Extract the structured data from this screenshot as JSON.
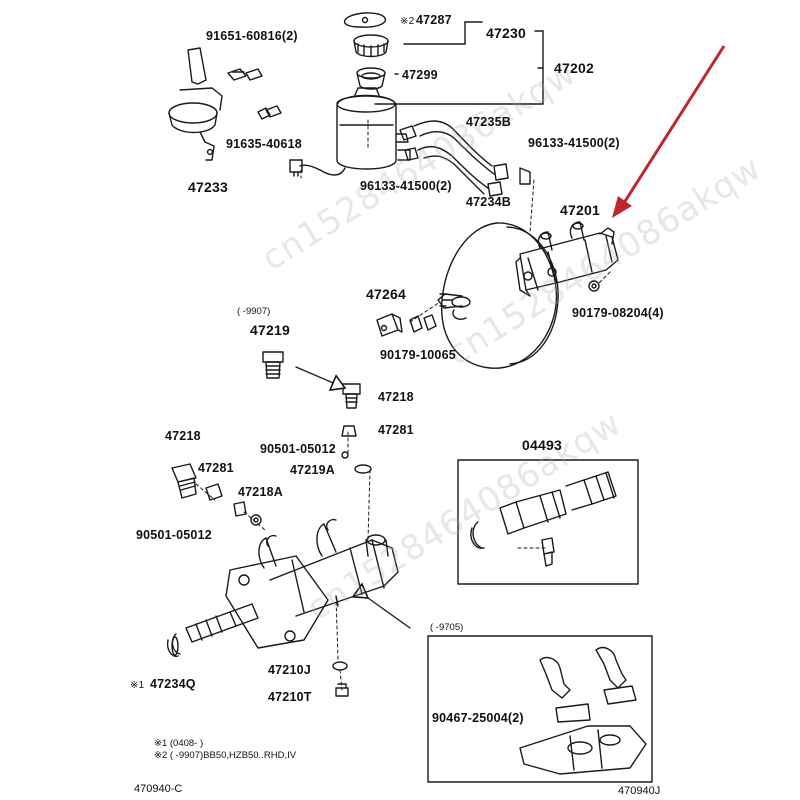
{
  "callouts": {
    "c47287": "47287",
    "c47287_mark": "※2",
    "c47230": "47230",
    "c47202": "47202",
    "c47299": "47299",
    "c91651": "91651-60816(2)",
    "c91635": "91635-40618",
    "c47233": "47233",
    "c47235b": "47235B",
    "c96133a": "96133-41500(2)",
    "c96133b": "96133-41500(2)",
    "c47234b": "47234B",
    "c47201": "47201",
    "c47264": "47264",
    "c90179a": "90179-10065",
    "c90179b": "90179-08204(4)",
    "c9907_range": "(   -9907)",
    "c47219": "47219",
    "c47218_top": "47218",
    "c47281_top": "47281",
    "c90501_top": "90501-05012",
    "c47219a": "47219A",
    "c47218": "47218",
    "c47281": "47281",
    "c47218a": "47218A",
    "c90501": "90501-05012",
    "c04493": "04493",
    "c9705_range": "(   -9705)",
    "c47210j": "47210J",
    "c47210t": "47210T",
    "c47234q_mark": "※1",
    "c47234q": "47234Q",
    "c90467": "90467-25004(2)"
  },
  "notes": {
    "n1": "※1 (0408-      )",
    "n2": "※2 (      -9907)BB50,HZB50..RHD,IV"
  },
  "codes": {
    "left": "470940-C",
    "right": "470940J"
  },
  "watermark": "cn1528464086akqw",
  "colors": {
    "arrow": "#c0262a",
    "ink": "#1a1a1a"
  }
}
